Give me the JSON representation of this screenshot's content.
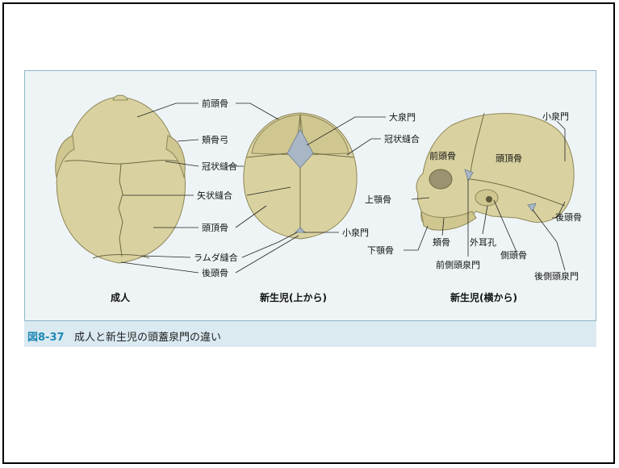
{
  "caption": {
    "number": "図8-37",
    "text": "成人と新生児の頭蓋泉門の違い"
  },
  "adult": {
    "title": "成人",
    "labels": [
      "前頭骨",
      "頬骨弓",
      "冠状縫合",
      "矢状縫合",
      "頭頂骨",
      "ラムダ縫合",
      "後頭骨"
    ]
  },
  "newborn_top": {
    "title": "新生児(上から)",
    "labels": [
      "大泉門",
      "冠状縫合",
      "小泉門"
    ]
  },
  "newborn_side": {
    "title": "新生児(横から)",
    "labels": [
      "小泉門",
      "前頭骨",
      "頭頂骨",
      "上顎骨",
      "後頭骨",
      "下顎骨",
      "頬骨",
      "外耳孔",
      "側頭骨",
      "前側頭泉門",
      "後側頭泉門"
    ]
  },
  "colors": {
    "bone": "#d9d2a0",
    "fontanelle": "#a9b6c6",
    "panel": "#eef4f6",
    "caption_number": "#1e88b6"
  }
}
